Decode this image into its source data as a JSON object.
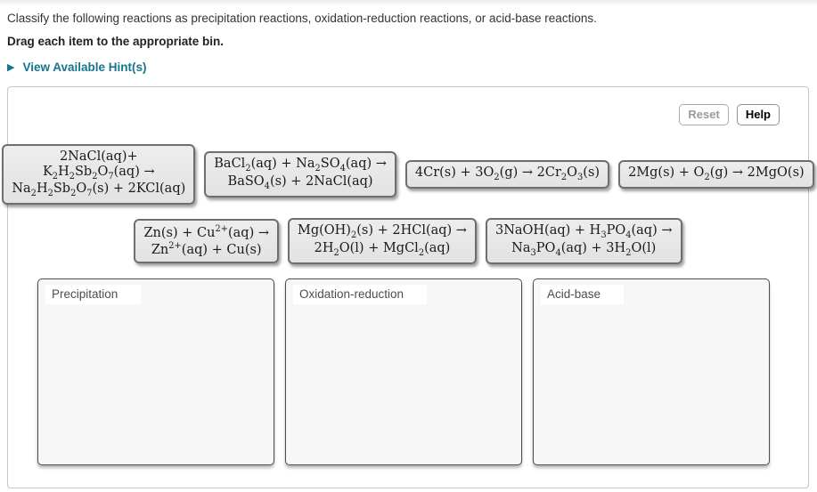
{
  "page": {
    "instructions": "Classify the following reactions as precipitation reactions, oxidation-reduction reactions, or acid-base reactions.",
    "drag_prompt": "Drag each item to the appropriate bin.",
    "hint_icon": "▶",
    "hint_link": "View Available Hint(s)"
  },
  "toolbar": {
    "reset_label": "Reset",
    "help_label": "Help"
  },
  "tiles": [
    {
      "html": "2NaCl(aq)+<br>K<sub>2</sub>H<sub>2</sub>Sb<sub>2</sub>O<sub>7</sub>(aq) →<br>Na<sub>2</sub>H<sub>2</sub>Sb<sub>2</sub>O<sub>7</sub>(s) + 2KCl(aq)"
    },
    {
      "html": "BaCl<sub>2</sub>(aq) + Na<sub>2</sub>SO<sub>4</sub>(aq) →<br>BaSO<sub>4</sub>(s) + 2NaCl(aq)"
    },
    {
      "html": "4Cr(s) + 3O<sub>2</sub>(g) → 2Cr<sub>2</sub>O<sub>3</sub>(s)"
    },
    {
      "html": "2Mg(s) + O<sub>2</sub>(g) → 2MgO(s)"
    },
    {
      "html": "Zn(s) + Cu<sup>2+</sup>(aq) →<br>Zn<sup>2+</sup>(aq) + Cu(s)"
    },
    {
      "html": "Mg(OH)<sub>2</sub>(s) + 2HCl(aq) →<br>2H<sub>2</sub>O(l) + MgCl<sub>2</sub>(aq)"
    },
    {
      "html": "3NaOH(aq) + H<sub>3</sub>PO<sub>4</sub>(aq) →<br>Na<sub>3</sub>PO<sub>4</sub>(aq) + 3H<sub>2</sub>O(l)"
    }
  ],
  "bins": [
    {
      "label": "Precipitation"
    },
    {
      "label": "Oxidation-reduction"
    },
    {
      "label": "Acid-base"
    }
  ],
  "colors": {
    "hint_teal": "#177490",
    "tile_fill": "#e8e8e8",
    "tile_border": "#6e6e6e",
    "bin_fill": "#f7f7f8",
    "bin_border": "#4d4d4d"
  }
}
